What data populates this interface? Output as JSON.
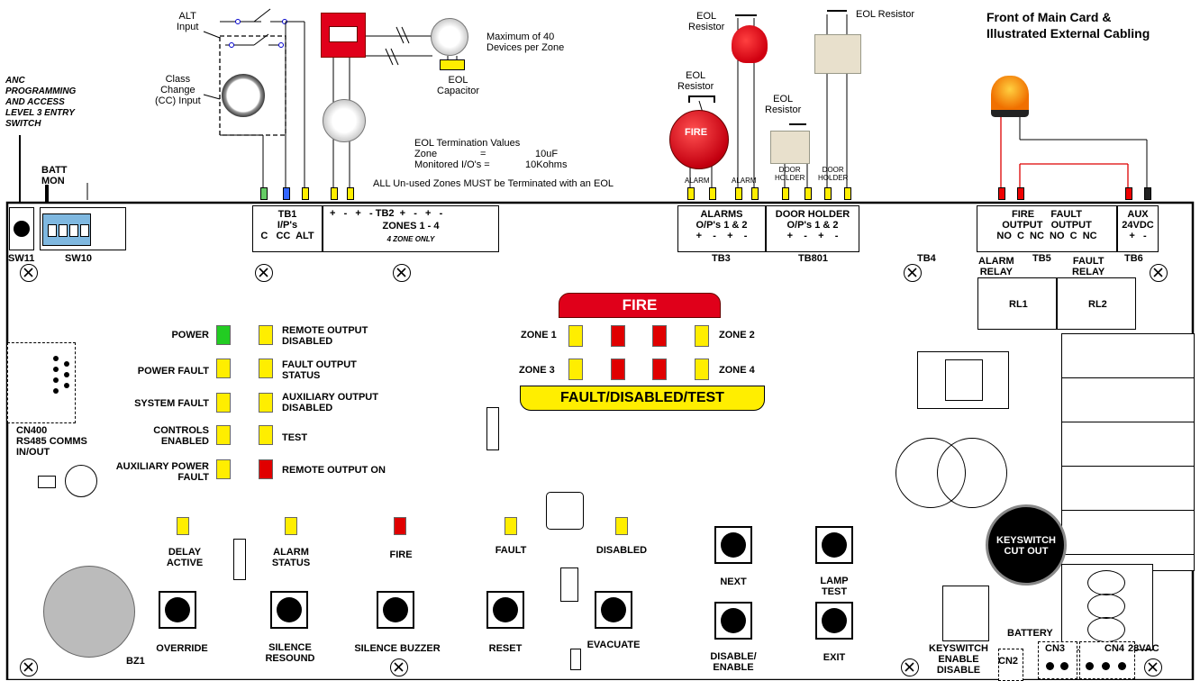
{
  "colors": {
    "fire_red": "#e0001a",
    "led_yellow": "#ffee00",
    "led_green": "#22cc22",
    "led_red": "#e00000",
    "band_yellow": "#ffee00"
  },
  "header": {
    "title": "Front of Main Card &\nIllustrated External Cabling"
  },
  "external": {
    "anc_note": "ANC\nPROGRAMMING\nAND ACCESS\nLEVEL 3 ENTRY\nSWITCH",
    "alt_input": "ALT\nInput",
    "class_change": "Class\nChange\n(CC) Input",
    "max_devices": "Maximum of 40\nDevices per Zone",
    "eol_capacitor": "EOL\nCapacitor",
    "eol_resistor_1": "EOL\nResistor",
    "eol_resistor_2": "EOL\nResistor",
    "eol_resistor_3": "EOL\nResistor",
    "eol_resistor_4": "EOL Resistor",
    "eol_values_title": "EOL Termination Values",
    "eol_zone": "Zone",
    "eol_zone_eq": "=",
    "eol_zone_val": "10uF",
    "eol_io": "Monitored I/O's  =",
    "eol_io_val": "10Kohms",
    "unused_note": "ALL Un-used Zones MUST be Terminated with an EOL",
    "alarm_1": "ALARM",
    "alarm_2": "ALARM",
    "door_holder_1": "DOOR\nHOLDER",
    "door_holder_2": "DOOR\nHOLDER",
    "fire_bell_text": "FIRE"
  },
  "board": {
    "batt_mon": "BATT\nMON",
    "sw11": "SW11",
    "sw10": "SW10",
    "tb1": "TB1\nI/P's\nC   CC  ALT",
    "tb2_signs": "+   -   +   - TB2  +   -   +   -",
    "tb2": "ZONES 1 - 4",
    "tb2_sub": "4 ZONE ONLY",
    "tb3_box": "ALARMS\nO/P's 1 & 2\n+    -    +    -",
    "tb3": "TB3",
    "tb801_box": "DOOR HOLDER\nO/P's 1 & 2\n+    -    +    -",
    "tb801": "TB801",
    "tb4": "TB4",
    "tb5_box": "FIRE      FAULT\nOUTPUT   OUTPUT\nNO  C  NC  NO  C  NC",
    "tb5": "TB5",
    "alarm_relay": "ALARM\nRELAY",
    "fault_relay": "FAULT\nRELAY",
    "tb6_box": "AUX\n24VDC\n+   -",
    "tb6": "TB6",
    "rl1": "RL1",
    "rl2": "RL2",
    "cn400": "CN400\nRS485 COMMS\nIN/OUT",
    "bz1": "BZ1",
    "keyswitch_cutout": "KEYSWITCH\nCUT OUT",
    "keyswitch_enable": "KEYSWITCH\nENABLE\nDISABLE",
    "cn2": "CN2",
    "cn3": "CN3",
    "cn4": "CN4",
    "battery": "BATTERY",
    "vac": "28VAC"
  },
  "indicators": {
    "power": "POWER",
    "power_fault": "POWER FAULT",
    "system_fault": "SYSTEM FAULT",
    "controls_enabled": "CONTROLS\nENABLED",
    "aux_power_fault": "AUXILIARY POWER\nFAULT",
    "remote_output_disabled": "REMOTE OUTPUT\nDISABLED",
    "fault_output_status": "FAULT OUTPUT\nSTATUS",
    "aux_output_disabled": "AUXILIARY OUTPUT\nDISABLED",
    "test": "TEST",
    "remote_output_on": "REMOTE OUTPUT ON",
    "fire_band": "FIRE",
    "zone1": "ZONE 1",
    "zone2": "ZONE 2",
    "zone3": "ZONE 3",
    "zone4": "ZONE 4",
    "fault_band": "FAULT/DISABLED/TEST",
    "delay_active": "DELAY\nACTIVE",
    "alarm_status": "ALARM\nSTATUS",
    "fire": "FIRE",
    "fault": "FAULT",
    "disabled": "DISABLED"
  },
  "buttons": {
    "override": "OVERRIDE",
    "silence_resound": "SILENCE\nRESOUND",
    "silence_buzzer": "SILENCE BUZZER",
    "reset": "RESET",
    "evacuate": "EVACUATE",
    "next": "NEXT",
    "lamp_test": "LAMP\nTEST",
    "disable_enable": "DISABLE/\nENABLE",
    "exit": "EXIT"
  }
}
